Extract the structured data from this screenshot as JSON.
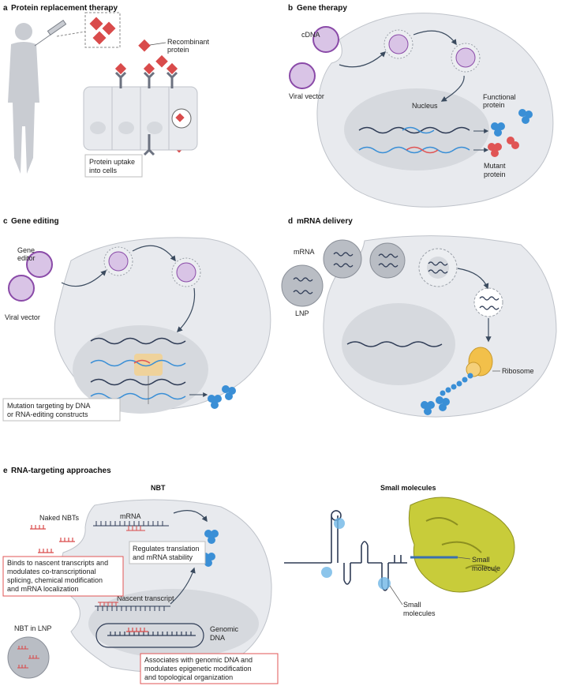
{
  "panels": {
    "a": {
      "letter": "a",
      "title": "Protein replacement therapy",
      "recombinant_1": "Recombinant",
      "recombinant_2": "protein",
      "uptake_1": "Protein uptake",
      "uptake_2": "into cells"
    },
    "b": {
      "letter": "b",
      "title": "Gene therapy",
      "cdna": "cDNA",
      "viral_vector": "Viral vector",
      "nucleus": "Nucleus",
      "functional_1": "Functional",
      "functional_2": "protein",
      "mutant_1": "Mutant",
      "mutant_2": "protein"
    },
    "c": {
      "letter": "c",
      "title": "Gene editing",
      "gene_editor_1": "Gene",
      "gene_editor_2": "editor",
      "viral_vector": "Viral vector",
      "mutation_1": "Mutation targeting by DNA",
      "mutation_2": "or RNA-editing constructs"
    },
    "d": {
      "letter": "d",
      "title": "mRNA delivery",
      "mrna": "mRNA",
      "lnp": "LNP",
      "ribosome": "Ribosome"
    },
    "e": {
      "letter": "e",
      "title": "RNA-targeting approaches",
      "nbt_heading": "NBT",
      "small_molecules_heading": "Small molecules",
      "naked_nbts": "Naked NBTs",
      "mrna": "mRNA",
      "regulates_1": "Regulates translation",
      "regulates_2": "and mRNA stability",
      "binds_1": "Binds to nascent transcripts and",
      "binds_2": "modulates co-transcriptional",
      "binds_3": "splicing, chemical modification",
      "binds_4": "and mRNA localization",
      "nascent": "Nascent transcript",
      "genomic_1": "Genomic",
      "genomic_2": "DNA",
      "nbt_lnp_1": "NBT in LNP",
      "assoc_1": "Associates with genomic DNA and",
      "assoc_2": "modulates epigenetic modification",
      "assoc_3": "and topological organization",
      "small_molecule_1": "Small",
      "small_molecule_2": "molecule",
      "small_molecules_1": "Small",
      "small_molecules_2": "molecules"
    }
  },
  "colors": {
    "protein": "#d94b4b",
    "functional": "#3a8fd6",
    "mutant": "#e05555",
    "viral": "#8a4aa8",
    "cell": "#e8eaee",
    "nucleus": "#d6d9de",
    "ribosome": "#f2c04a",
    "nbt": "#d94b4b",
    "helix": "#c8cc3a"
  }
}
